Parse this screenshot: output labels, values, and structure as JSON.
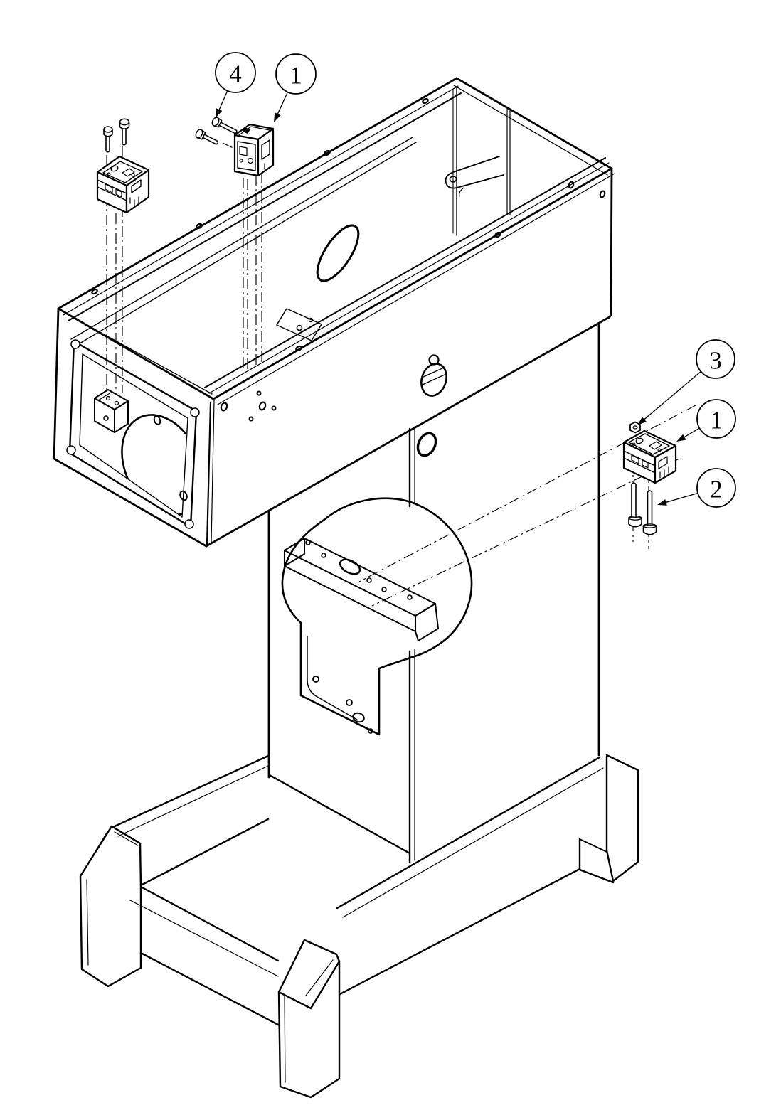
{
  "page": {
    "background_color": "#ffffff",
    "line_color": "#000000",
    "drawing_kind": "exploded-assembly-line-drawing"
  },
  "balloons": {
    "top_screw": {
      "label": "4"
    },
    "top_latch": {
      "label": "1"
    },
    "right_nut": {
      "label": "3"
    },
    "right_latch": {
      "label": "1"
    },
    "right_screws": {
      "label": "2"
    }
  }
}
